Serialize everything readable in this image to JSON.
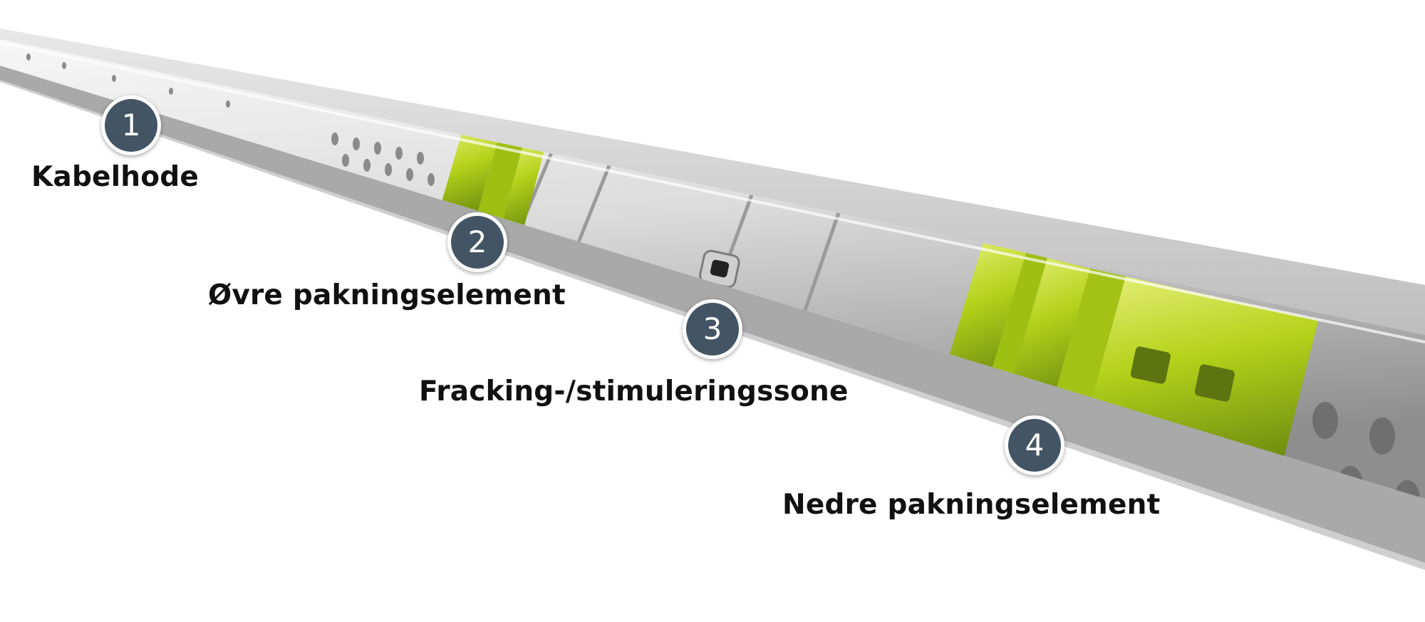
{
  "colors": {
    "badge_fill": "#435565",
    "badge_ring": "#ffffff",
    "tool_steel": "#d9d9d9",
    "packer_green": "#b5d21a",
    "label_text": "#111111"
  },
  "components": [
    {
      "number": "1",
      "label": "Kabelhode"
    },
    {
      "number": "2",
      "label": "Øvre pakningselement"
    },
    {
      "number": "3",
      "label": "Fracking-/stimuleringssone"
    },
    {
      "number": "4",
      "label": "Nedre pakningselement"
    }
  ]
}
